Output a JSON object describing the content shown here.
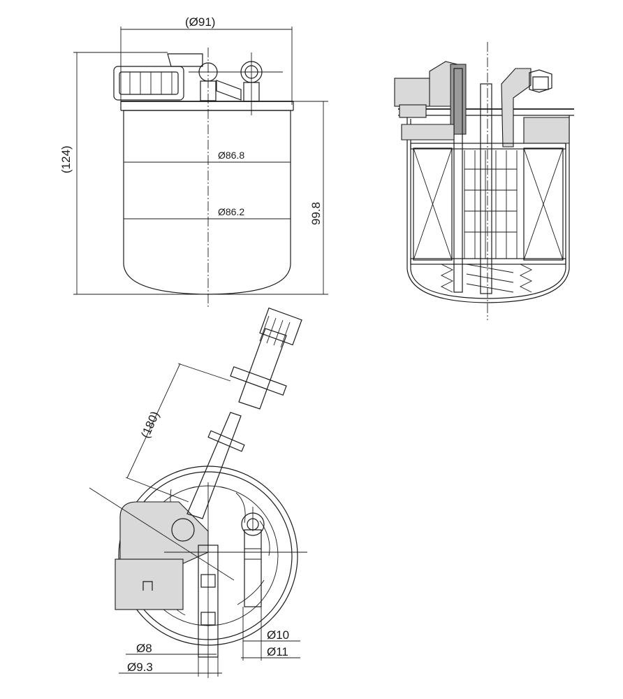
{
  "dimensions": {
    "top_width": "(Ø91)",
    "overall_height": "(124)",
    "upper_diameter": "Ø86.8",
    "lower_diameter": "Ø86.2",
    "body_height": "99.8",
    "cable_length": "(180)",
    "port_a_inner": "Ø8",
    "port_a_outer": "Ø9.3",
    "port_b_inner": "Ø10",
    "port_b_outer": "Ø11"
  }
}
